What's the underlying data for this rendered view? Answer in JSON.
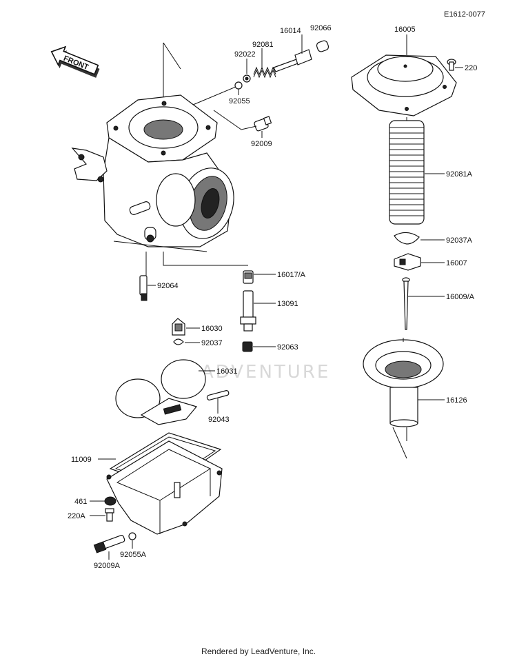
{
  "diagram_code": "E1612-0077",
  "front_label": "FRONT",
  "watermark": "LEADVENTURE",
  "footer": "Rendered by LeadVenture, Inc.",
  "parts": {
    "p92066": "92066",
    "p16014": "16014",
    "p92081": "92081",
    "p92022": "92022",
    "p92055": "92055",
    "p92009": "92009",
    "p16005": "16005",
    "p220": "220",
    "p92081A": "92081A",
    "p92037A": "92037A",
    "p16007": "16007",
    "p16009A": "16009/A",
    "p16126": "16126",
    "p92064": "92064",
    "p16017A": "16017/A",
    "p13091": "13091",
    "p16030": "16030",
    "p92037": "92037",
    "p92063": "92063",
    "p16031": "16031",
    "p92043": "92043",
    "p11009": "11009",
    "p461": "461",
    "p220A": "220A",
    "p92055A": "92055A",
    "p92009A": "92009A"
  }
}
